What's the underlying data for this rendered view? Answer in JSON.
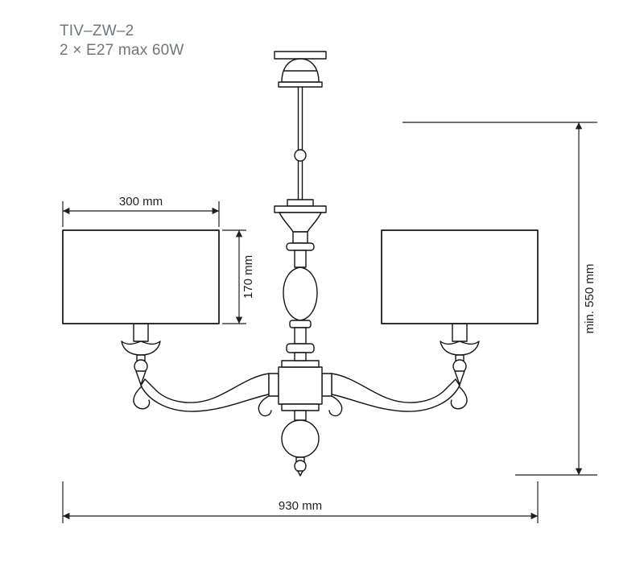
{
  "title_block": {
    "model": "TIV–ZW–2",
    "lamp_spec": "2 × E27 max 60W"
  },
  "dimensions": {
    "shade_width": "300 mm",
    "shade_height": "170 mm",
    "min_hanging_height": "min. 550 mm",
    "total_width": "930 mm"
  },
  "colors": {
    "background": "#ffffff",
    "line": "#141414",
    "title_text": "#6e787b",
    "dimension_text": "#1f1f1f"
  }
}
